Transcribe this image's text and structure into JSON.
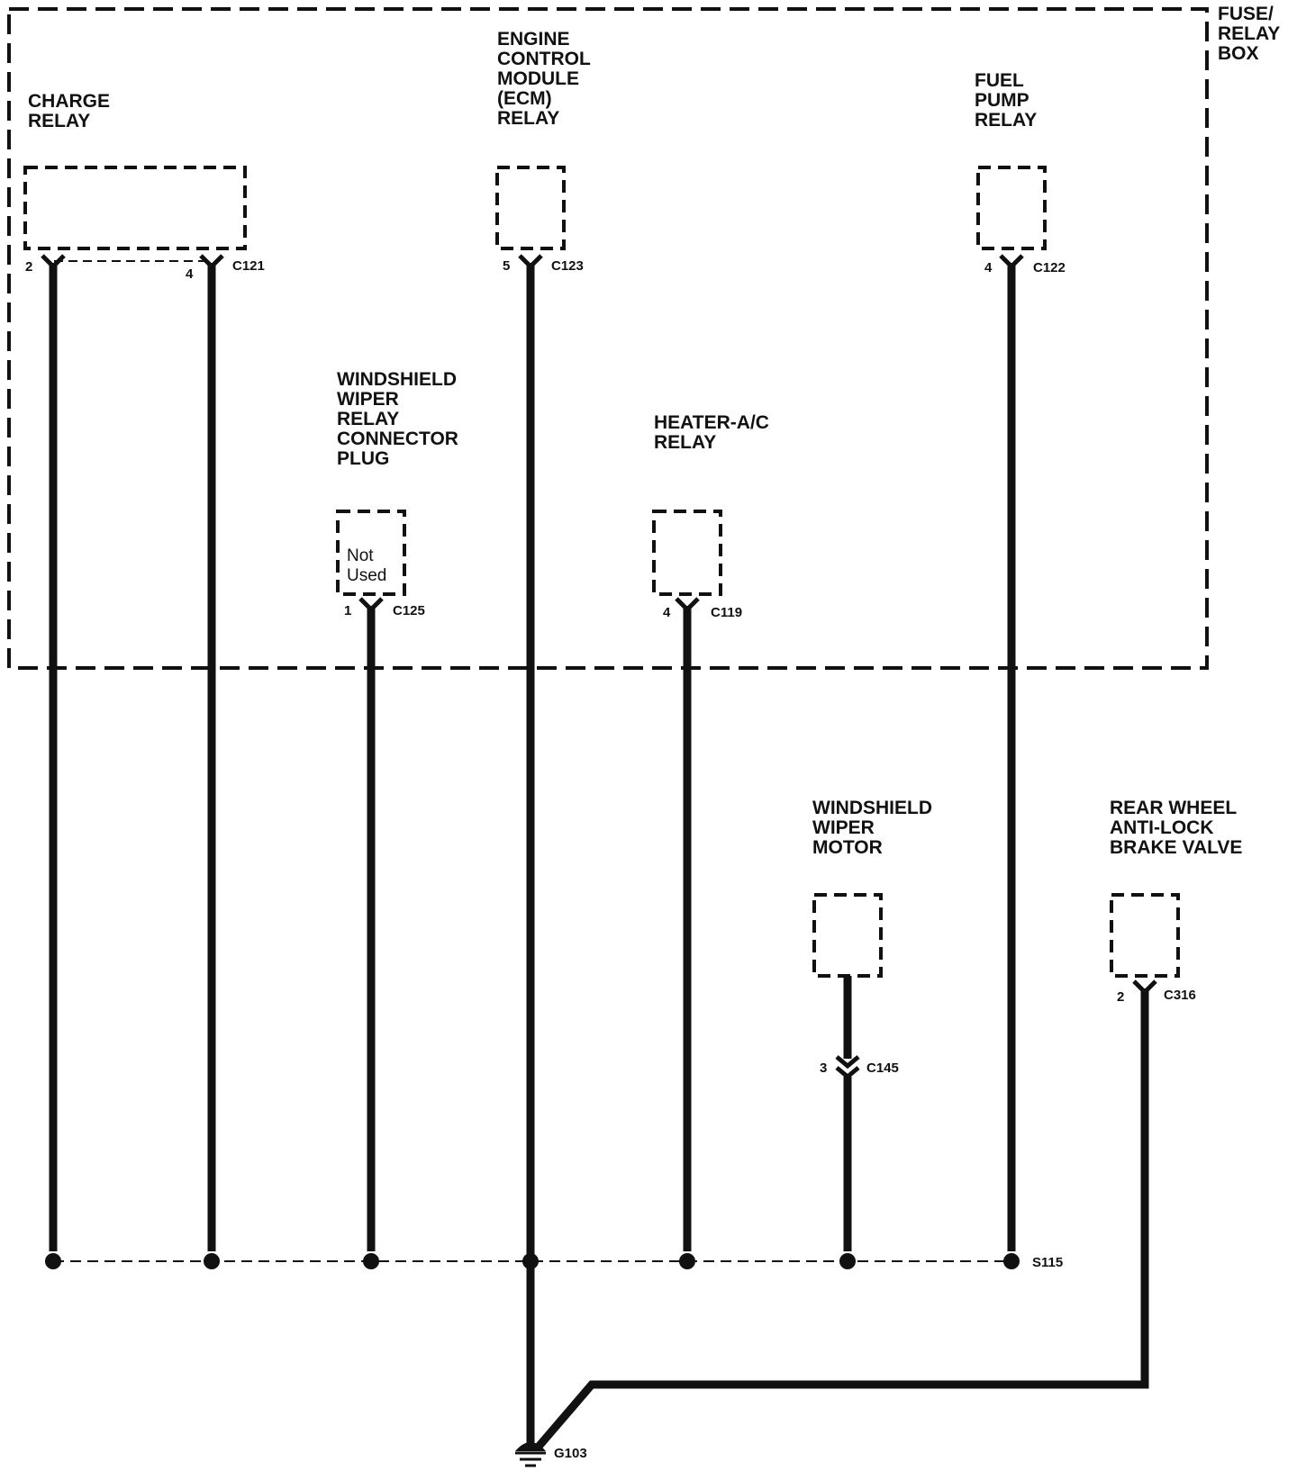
{
  "box_label": [
    "FUSE/",
    "RELAY",
    "BOX"
  ],
  "components": {
    "charge_relay": [
      "CHARGE",
      "RELAY"
    ],
    "ecm_relay": [
      "ENGINE",
      "CONTROL",
      "MODULE",
      "(ECM)",
      "RELAY"
    ],
    "fuel_pump_relay": [
      "FUEL",
      "PUMP",
      "RELAY"
    ],
    "wiper_relay_plug": [
      "WINDSHIELD",
      "WIPER",
      "RELAY",
      "CONNECTOR",
      "PLUG"
    ],
    "heater_ac_relay": [
      "HEATER-A/C",
      "RELAY"
    ],
    "wiper_motor": [
      "WINDSHIELD",
      "WIPER",
      "MOTOR"
    ],
    "abs_valve": [
      "REAR WHEEL",
      "ANTI-LOCK",
      "BRAKE VALVE"
    ]
  },
  "not_used": [
    "Not",
    "Used"
  ],
  "pins": {
    "charge_a": "2",
    "charge_b": "4",
    "ecm": "5",
    "fuel": "4",
    "wiper_relay": "1",
    "heater": "4",
    "wiper_motor": "3",
    "abs": "2"
  },
  "connectors": {
    "charge": "C121",
    "ecm": "C123",
    "fuel": "C122",
    "wiper_relay": "C125",
    "heater": "C119",
    "wiper_motor": "C145",
    "abs": "C316"
  },
  "splice": "S115",
  "ground": "G103"
}
